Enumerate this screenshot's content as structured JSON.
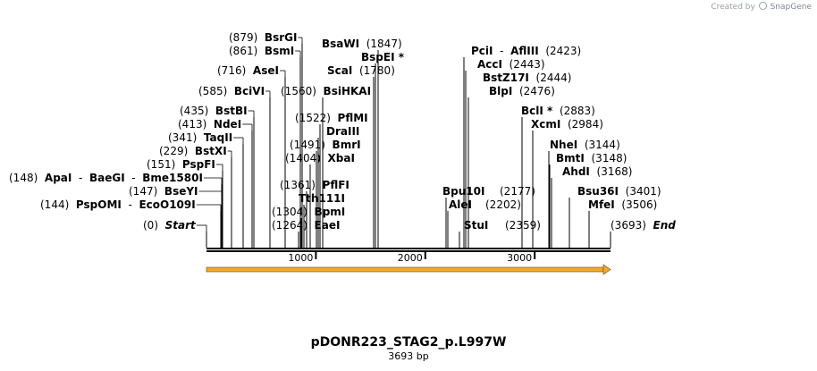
{
  "credit": {
    "prefix": "Created by",
    "brand": "SnapGene"
  },
  "title": "pDONR223_STAG2_p.L997W",
  "subtitle": "3693 bp",
  "backbone": {
    "length": 3693,
    "ticks": [
      "1000",
      "2000",
      "3000"
    ],
    "tick_values": [
      1000,
      2000,
      3000
    ]
  },
  "feature": {
    "start": 0,
    "end": 3693,
    "direction": "forward",
    "color": "#f0a830"
  },
  "sites": [
    {
      "pos": "(0)",
      "names": [
        "Start"
      ],
      "italic": true,
      "coord": 0
    },
    {
      "pos": "(144)",
      "names": [
        "PspOMI",
        "EcoO109I"
      ],
      "coord": 144
    },
    {
      "pos": "(147)",
      "names": [
        "BseYI"
      ],
      "coord": 147
    },
    {
      "pos": "(148)",
      "names": [
        "ApaI",
        "BaeGI",
        "Bme1580I"
      ],
      "coord": 148
    },
    {
      "pos": "(151)",
      "names": [
        "PspFI"
      ],
      "coord": 151
    },
    {
      "pos": "(229)",
      "names": [
        "BstXI"
      ],
      "coord": 229
    },
    {
      "pos": "(341)",
      "names": [
        "TaqII"
      ],
      "coord": 341
    },
    {
      "pos": "(413)",
      "names": [
        "NdeI"
      ],
      "coord": 413
    },
    {
      "pos": "(435)",
      "names": [
        "BstBI"
      ],
      "coord": 435
    },
    {
      "pos": "(585)",
      "names": [
        "BciVI"
      ],
      "coord": 585
    },
    {
      "pos": "(716)",
      "names": [
        "AseI"
      ],
      "coord": 716
    },
    {
      "pos": "(861)",
      "names": [
        "BsmI"
      ],
      "coord": 861
    },
    {
      "pos": "(879)",
      "names": [
        "BsrGI"
      ],
      "coord": 879
    },
    {
      "pos": "(1264)",
      "names": [
        "EaeI"
      ],
      "coord": 1264
    },
    {
      "pos": "(1304)",
      "names": [
        "BpmI"
      ],
      "coord": 1304
    },
    {
      "pos": "",
      "names": [
        "Tth111I"
      ],
      "coord": 1330
    },
    {
      "pos": "(1361)",
      "names": [
        "PflFI"
      ],
      "coord": 1361
    },
    {
      "pos": "(1404)",
      "names": [
        "XbaI"
      ],
      "coord": 1404
    },
    {
      "pos": "(1491)",
      "names": [
        "BmrI"
      ],
      "coord": 1491
    },
    {
      "pos": "",
      "names": [
        "DraIII"
      ],
      "coord": 1505
    },
    {
      "pos": "(1522)",
      "names": [
        "PflMI"
      ],
      "coord": 1522
    },
    {
      "pos": "(1560)",
      "names": [
        "BsiHKAI"
      ],
      "coord": 1560
    },
    {
      "pos": "(1780)",
      "names": [
        "ScaI"
      ],
      "coord": 1780
    },
    {
      "pos": "",
      "names": [
        "BspEI *"
      ],
      "coord": 1800
    },
    {
      "pos": "(1847)",
      "names": [
        "BsaWI"
      ],
      "coord": 1847
    },
    {
      "pos": "",
      "names": [
        "Bpu10I"
      ],
      "coord": 2177
    },
    {
      "pos": "(2177)",
      "names": [],
      "coord": 2177
    },
    {
      "pos": "",
      "names": [
        "AleI"
      ],
      "coord": 2202
    },
    {
      "pos": "(2202)",
      "names": [],
      "coord": 2202
    },
    {
      "pos": "",
      "names": [
        "StuI"
      ],
      "coord": 2359
    },
    {
      "pos": "(2359)",
      "names": [],
      "coord": 2359
    },
    {
      "pos": "(2423)",
      "names": [
        "PciI",
        "AflIII"
      ],
      "coord": 2423
    },
    {
      "pos": "(2443)",
      "names": [
        "AccI"
      ],
      "coord": 2443
    },
    {
      "pos": "(2444)",
      "names": [
        "BstZ17I"
      ],
      "coord": 2444
    },
    {
      "pos": "(2476)",
      "names": [
        "BlpI"
      ],
      "coord": 2476
    },
    {
      "pos": "(2883)",
      "names": [
        "BclI *"
      ],
      "coord": 2883
    },
    {
      "pos": "(2984)",
      "names": [
        "XcmI"
      ],
      "coord": 2984
    },
    {
      "pos": "(3144)",
      "names": [
        "NheI"
      ],
      "coord": 3144
    },
    {
      "pos": "(3148)",
      "names": [
        "BmtI"
      ],
      "coord": 3148
    },
    {
      "pos": "(3168)",
      "names": [
        "AhdI"
      ],
      "coord": 3168
    },
    {
      "pos": "(3401)",
      "names": [
        "Bsu36I"
      ],
      "coord": 3401
    },
    {
      "pos": "(3506)",
      "names": [
        "MfeI"
      ],
      "coord": 3506
    },
    {
      "pos": "(3693)",
      "names": [
        "End"
      ],
      "italic": true,
      "coord": 3693
    }
  ]
}
